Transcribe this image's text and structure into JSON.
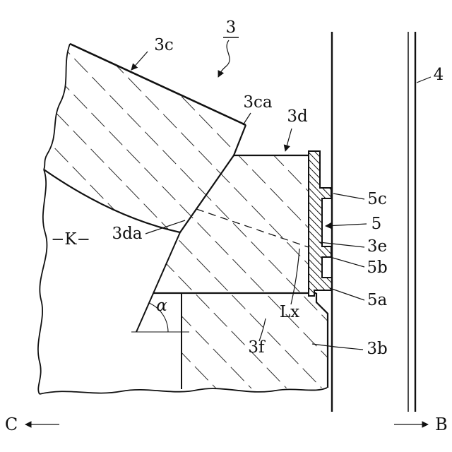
{
  "figure": {
    "reference_labels": {
      "body": "3",
      "body_top_edge": "3c",
      "body_corner": "3ca",
      "body_step": "3d",
      "body_slant_surface": "3da",
      "body_side": "3e",
      "body_lower": "3f",
      "body_bottom": "3b",
      "panel": "4",
      "seal": "5",
      "seal_lower_hook": "5a",
      "seal_lower_lip": "5b",
      "seal_upper_lip": "5c",
      "zone": "−K−",
      "angle": "α",
      "length": "Lx",
      "direction_left": "C",
      "direction_right": "B"
    },
    "colors": {
      "line": "#111111",
      "background": "#ffffff"
    }
  }
}
